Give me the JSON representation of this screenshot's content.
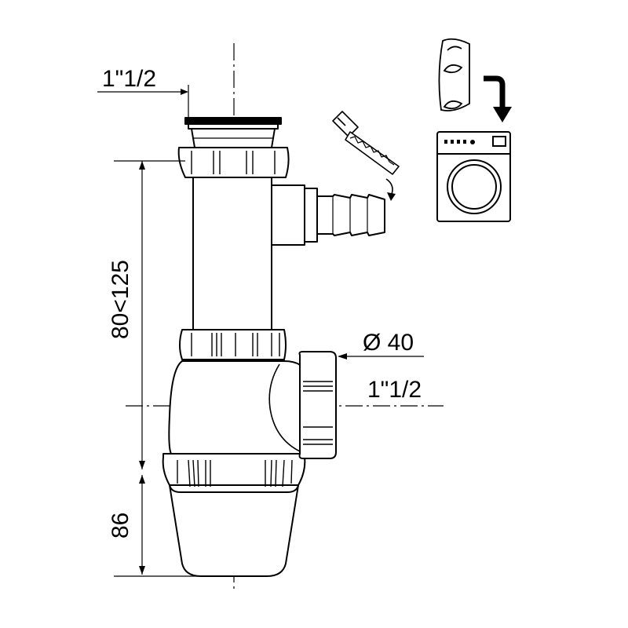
{
  "dimensions": {
    "inlet_thread": "1\"1/2",
    "height_range": "80<125",
    "outlet_diameter": "Ø 40",
    "outlet_thread": "1\"1/2",
    "bottom_height": "86"
  },
  "colors": {
    "line": "#000000",
    "fill": "#ffffff"
  },
  "icons": [
    "hacksaw-icon",
    "hose-insert-icon",
    "arrow-down-icon",
    "washing-machine-icon"
  ]
}
